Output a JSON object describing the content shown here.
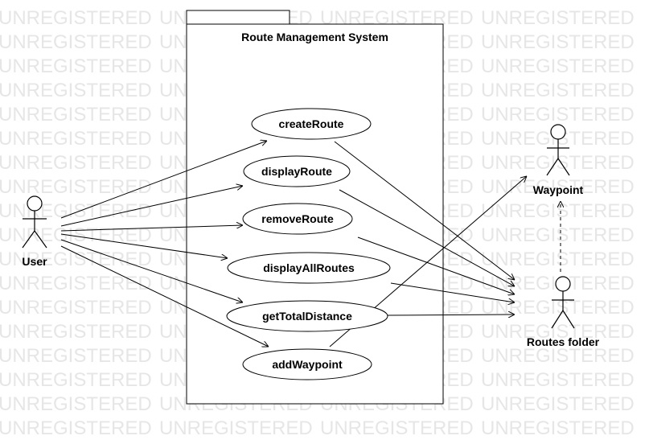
{
  "watermark": "UNREGISTERED",
  "system": {
    "title": "Route Management System"
  },
  "actors": [
    {
      "id": "user",
      "label": "User"
    },
    {
      "id": "waypoint",
      "label": "Waypoint"
    },
    {
      "id": "routes-folder",
      "label": "Routes folder"
    }
  ],
  "use_cases": [
    {
      "id": "create-route",
      "label": "createRoute"
    },
    {
      "id": "display-route",
      "label": "displayRoute"
    },
    {
      "id": "remove-route",
      "label": "removeRoute"
    },
    {
      "id": "display-all-routes",
      "label": "displayAllRoutes"
    },
    {
      "id": "get-total-distance",
      "label": "getTotalDistance"
    },
    {
      "id": "add-waypoint",
      "label": "addWaypoint"
    }
  ],
  "associations": [
    {
      "from": "user",
      "to": "create-route"
    },
    {
      "from": "user",
      "to": "display-route"
    },
    {
      "from": "user",
      "to": "remove-route"
    },
    {
      "from": "user",
      "to": "display-all-routes"
    },
    {
      "from": "user",
      "to": "get-total-distance"
    },
    {
      "from": "user",
      "to": "add-waypoint"
    },
    {
      "from": "create-route",
      "to": "routes-folder"
    },
    {
      "from": "display-route",
      "to": "routes-folder"
    },
    {
      "from": "remove-route",
      "to": "routes-folder"
    },
    {
      "from": "display-all-routes",
      "to": "routes-folder"
    },
    {
      "from": "get-total-distance",
      "to": "routes-folder"
    },
    {
      "from": "add-waypoint",
      "to": "waypoint"
    }
  ],
  "dependencies": [
    {
      "from": "routes-folder",
      "to": "waypoint",
      "style": "dashed"
    }
  ]
}
